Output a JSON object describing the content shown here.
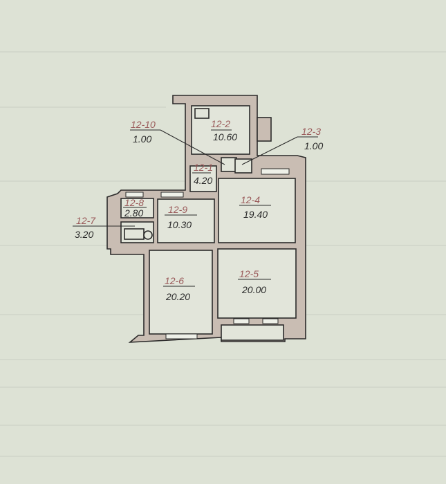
{
  "rooms": [
    {
      "id": "12-1",
      "area": "4.20"
    },
    {
      "id": "12-2",
      "area": "10.60"
    },
    {
      "id": "12-3",
      "area": "1.00"
    },
    {
      "id": "12-4",
      "area": "19.40"
    },
    {
      "id": "12-5",
      "area": "20.00"
    },
    {
      "id": "12-6",
      "area": "20.20"
    },
    {
      "id": "12-7",
      "area": "3.20"
    },
    {
      "id": "12-8",
      "area": "2.80"
    },
    {
      "id": "12-9",
      "area": "10.30"
    },
    {
      "id": "12-10",
      "area": "1.00"
    }
  ]
}
